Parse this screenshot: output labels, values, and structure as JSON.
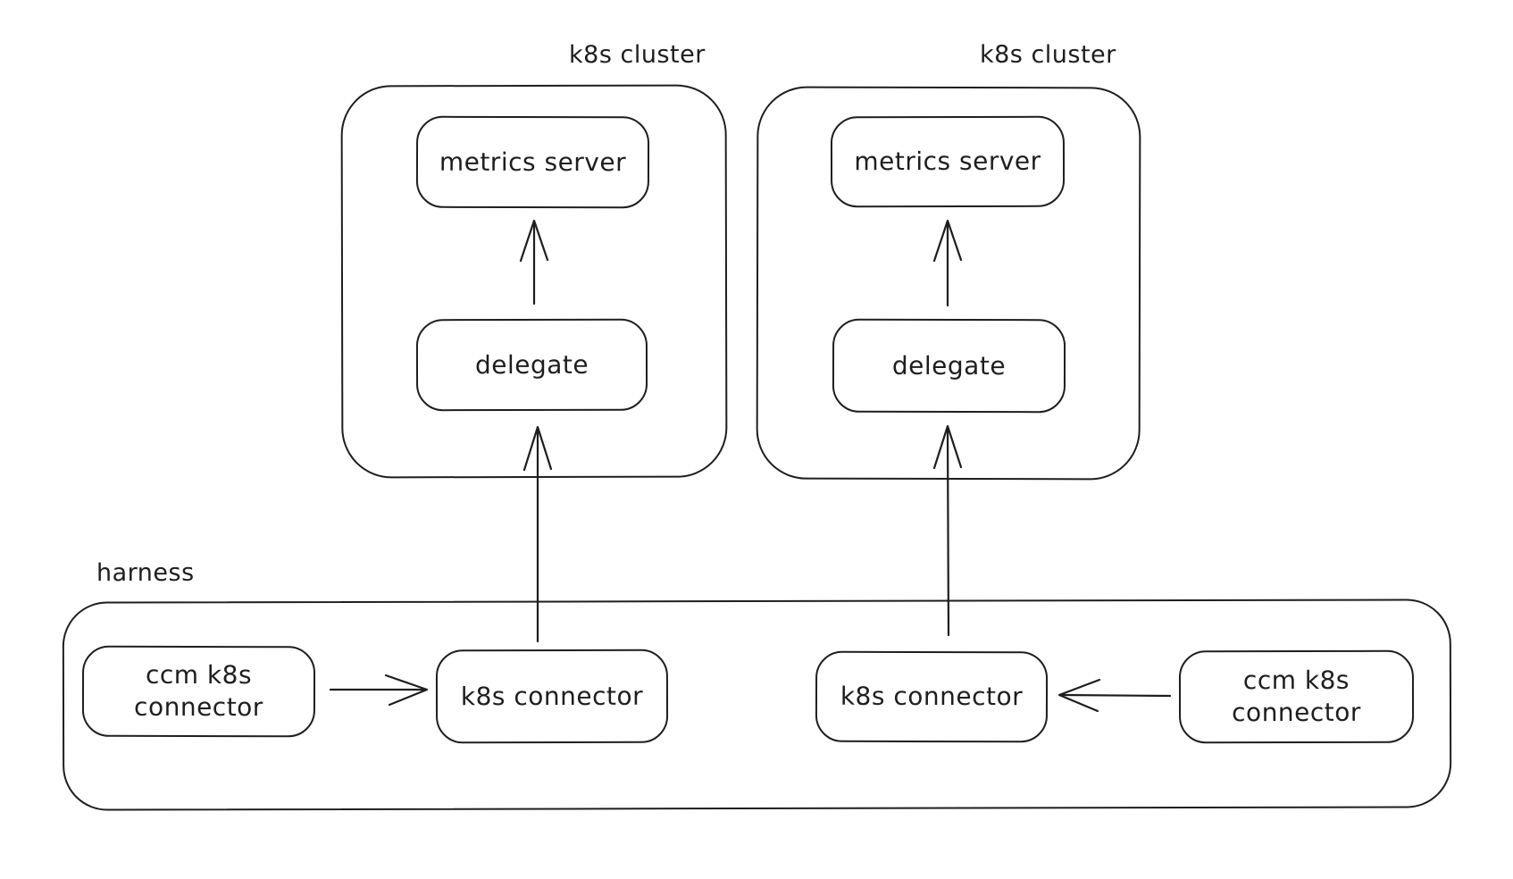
{
  "diagram": {
    "clusters": [
      {
        "title": "k8s cluster",
        "metrics_server": "metrics server",
        "delegate": "delegate"
      },
      {
        "title": "k8s cluster",
        "metrics_server": "metrics server",
        "delegate": "delegate"
      }
    ],
    "harness": {
      "title": "harness",
      "ccm_connector_left": "ccm k8s connector",
      "k8s_connector_left": "k8s connector",
      "k8s_connector_right": "k8s connector",
      "ccm_connector_right": "ccm k8s connector"
    },
    "edges": [
      {
        "from": "delegate (cluster 1)",
        "to": "metrics server (cluster 1)"
      },
      {
        "from": "k8s connector (left, harness)",
        "to": "delegate (cluster 1)"
      },
      {
        "from": "ccm k8s connector (left, harness)",
        "to": "k8s connector (left, harness)"
      },
      {
        "from": "delegate (cluster 2)",
        "to": "metrics server (cluster 2)"
      },
      {
        "from": "k8s connector (right, harness)",
        "to": "delegate (cluster 2)"
      },
      {
        "from": "ccm k8s connector (right, harness)",
        "to": "k8s connector (right, harness)"
      }
    ],
    "colors": {
      "stroke": "#1e1e1e",
      "background": "#ffffff"
    }
  }
}
